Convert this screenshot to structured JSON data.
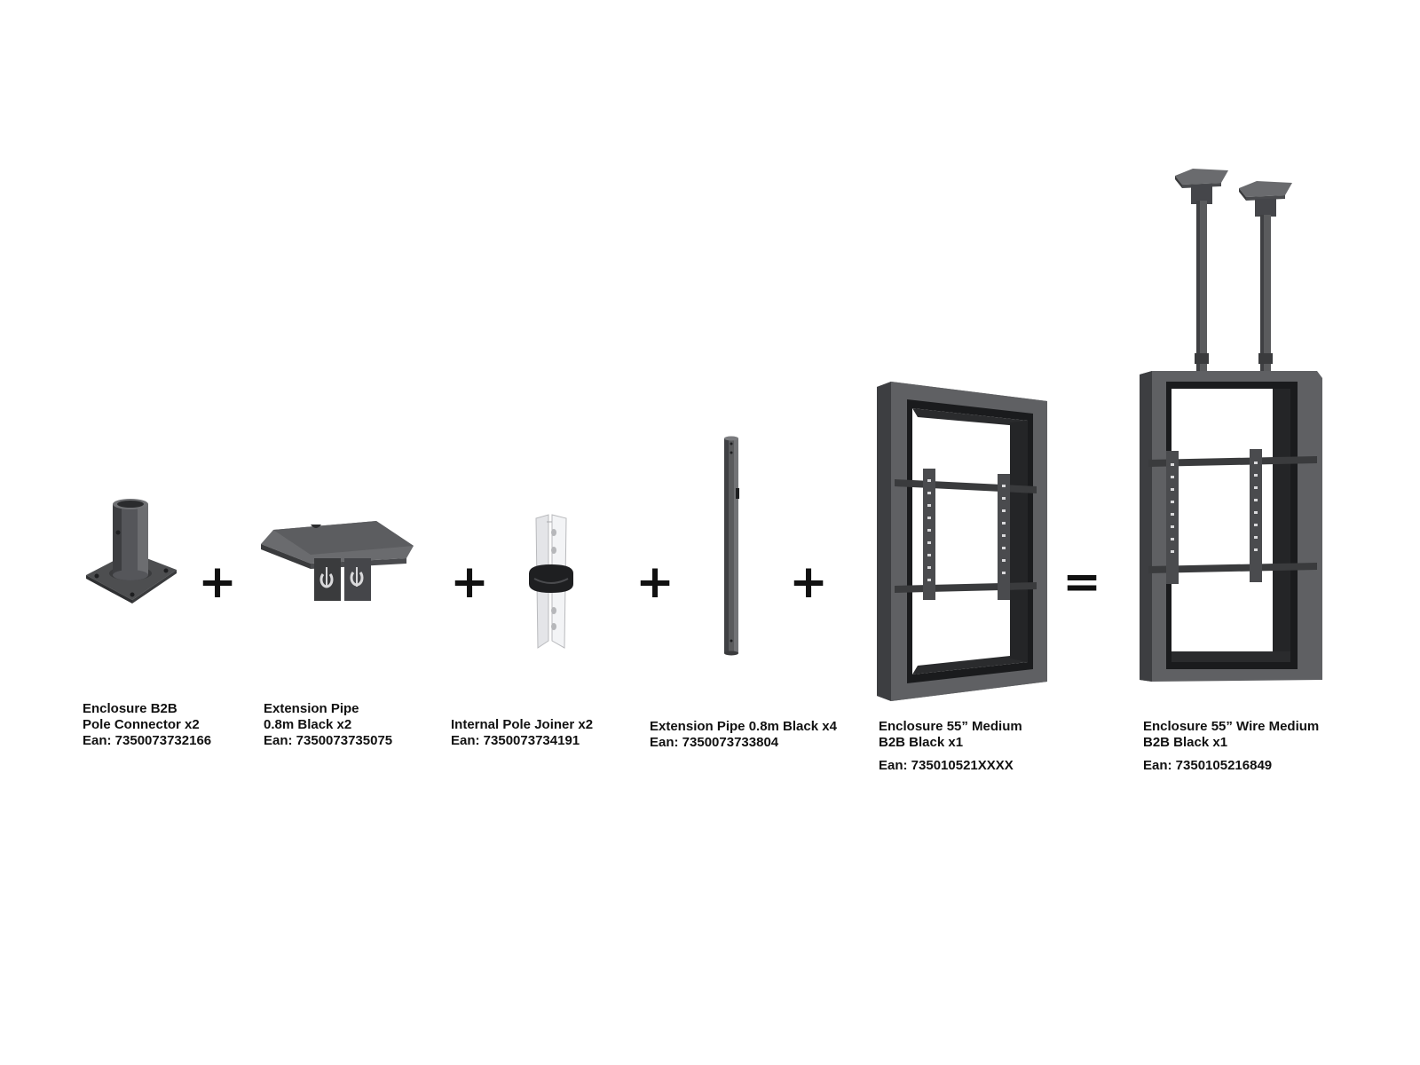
{
  "colors": {
    "metal": "#5a5b5d",
    "metal_dark": "#3a3b3d",
    "metal_light": "#8a8b8d",
    "frame_inner": "#1e1f21",
    "white_part": "#e6e7e9",
    "text": "#111111",
    "background": "#ffffff"
  },
  "operators": {
    "plus": "+",
    "equals": "="
  },
  "products": [
    {
      "id": "pole-connector",
      "icon": "pole-connector-image",
      "lines": [
        "Enclosure B2B",
        "Pole Connector x2",
        "Ean: 7350073732166"
      ]
    },
    {
      "id": "ceiling-plate",
      "icon": "ceiling-plate-image",
      "lines": [
        "Extension Pipe",
        "0.8m Black x2",
        "Ean: 7350073735075"
      ]
    },
    {
      "id": "pole-joiner",
      "icon": "pole-joiner-image",
      "lines": [
        "Internal Pole Joiner x2",
        "Ean: 7350073734191"
      ]
    },
    {
      "id": "extension-pipe",
      "icon": "extension-pipe-image",
      "lines": [
        "Extension Pipe 0.8m Black x4",
        "Ean: 7350073733804"
      ]
    },
    {
      "id": "enclosure-medium",
      "icon": "enclosure-frame-image",
      "lines": [
        "Enclosure 55” Medium",
        "B2B Black x1",
        "Ean: 735010521XXXX"
      ]
    },
    {
      "id": "enclosure-wire-medium",
      "icon": "ceiling-mounted-enclosure-image",
      "lines": [
        "Enclosure 55” Wire Medium",
        "B2B Black x1",
        "Ean: 7350105216849"
      ]
    }
  ]
}
